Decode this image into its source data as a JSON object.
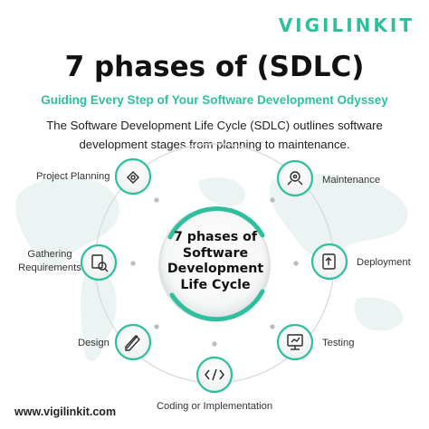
{
  "brand": {
    "name": "VIGILINKIT"
  },
  "header": {
    "title": "7 phases of (SDLC)",
    "subtitle": "Guiding Every Step of Your Software Development Odyssey",
    "description_line1": "The Software Development Life Cycle (SDLC) outlines software",
    "description_line2": "development stages from planning to maintenance."
  },
  "center": {
    "line1": "7 phases of",
    "line2": "Software",
    "line3": "Development",
    "line4": "Life Cycle"
  },
  "phases": [
    {
      "label": "Project Planning",
      "icon": "planning-icon"
    },
    {
      "label_line1": "Gathering",
      "label_line2": "Requirements",
      "icon": "requirements-icon"
    },
    {
      "label": "Design",
      "icon": "design-icon"
    },
    {
      "label": "Coding or Implementation",
      "icon": "code-icon"
    },
    {
      "label": "Testing",
      "icon": "testing-icon"
    },
    {
      "label": "Deployment",
      "icon": "deployment-icon"
    },
    {
      "label": "Maintenance",
      "icon": "maintenance-icon"
    }
  ],
  "footer": {
    "url": "www.vigilinkit.com"
  },
  "colors": {
    "accent": "#2fbf9f",
    "text": "#111111",
    "ring": "#d9dcdc"
  }
}
